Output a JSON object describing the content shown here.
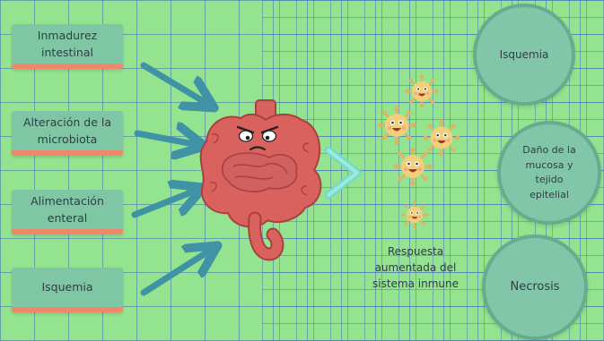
{
  "causes": [
    {
      "label": "Inmadurez intestinal"
    },
    {
      "label": "Alteración de la microbiota"
    },
    {
      "label": "Alimentación enteral"
    },
    {
      "label": "Isquemia"
    }
  ],
  "immune_response": {
    "label": "Respuesta aumentada del sistema inmune"
  },
  "effects": [
    {
      "label": "Isquemia"
    },
    {
      "label": "Daño de la mucosa y tejido epitelial"
    },
    {
      "label": "Necrosis"
    }
  ],
  "icons": [
    "intestine-icon",
    "virus-icon",
    "chevron-right-icon"
  ],
  "colors": {
    "background": "#93e38f",
    "grid": "#466ebe",
    "box": "#7fc7a4",
    "box_accent": "#f0866a",
    "arrow": "#3f93a4",
    "intestine": "#d9625e",
    "virus": "#f2cf7a",
    "circle": "#82c6a9"
  }
}
